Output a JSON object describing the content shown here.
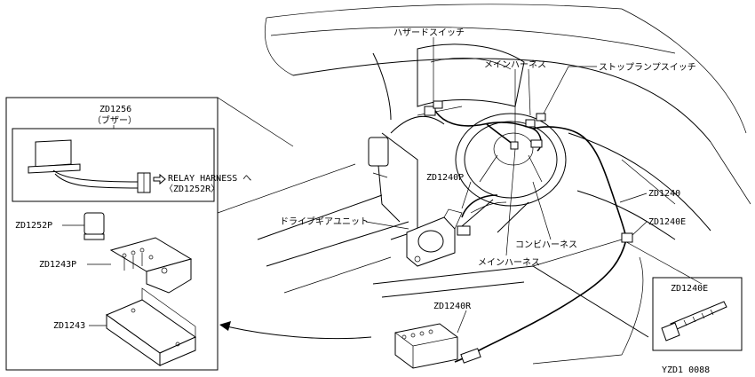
{
  "labels": {
    "hazard_switch": "ハザードスイッチ",
    "main_harness_top": "メインハーネス",
    "stop_lamp_switch": "ストップランプスイッチ",
    "zd1240p": "ZD1240P",
    "zd1240": "ZD1240",
    "zd1240e_right": "ZD1240E",
    "drive_gear_unit": "ドライブギアユニット",
    "combi_harness": "コンビハーネス",
    "main_harness_bottom": "メインハーネス",
    "zd1240r": "ZD1240R",
    "zd1240e_inset": "ZD1240E",
    "figure_code": "YZD1 0088"
  },
  "detail_box": {
    "buzzer_part": "ZD1256",
    "buzzer_name": "（ブザー）",
    "relay_harness_line1": "RELAY HARNESS へ",
    "relay_harness_line2": "〈ZD1252R〉",
    "zd1252p": "ZD1252P",
    "zd1243p": "ZD1243P",
    "zd1243": "ZD1243"
  }
}
